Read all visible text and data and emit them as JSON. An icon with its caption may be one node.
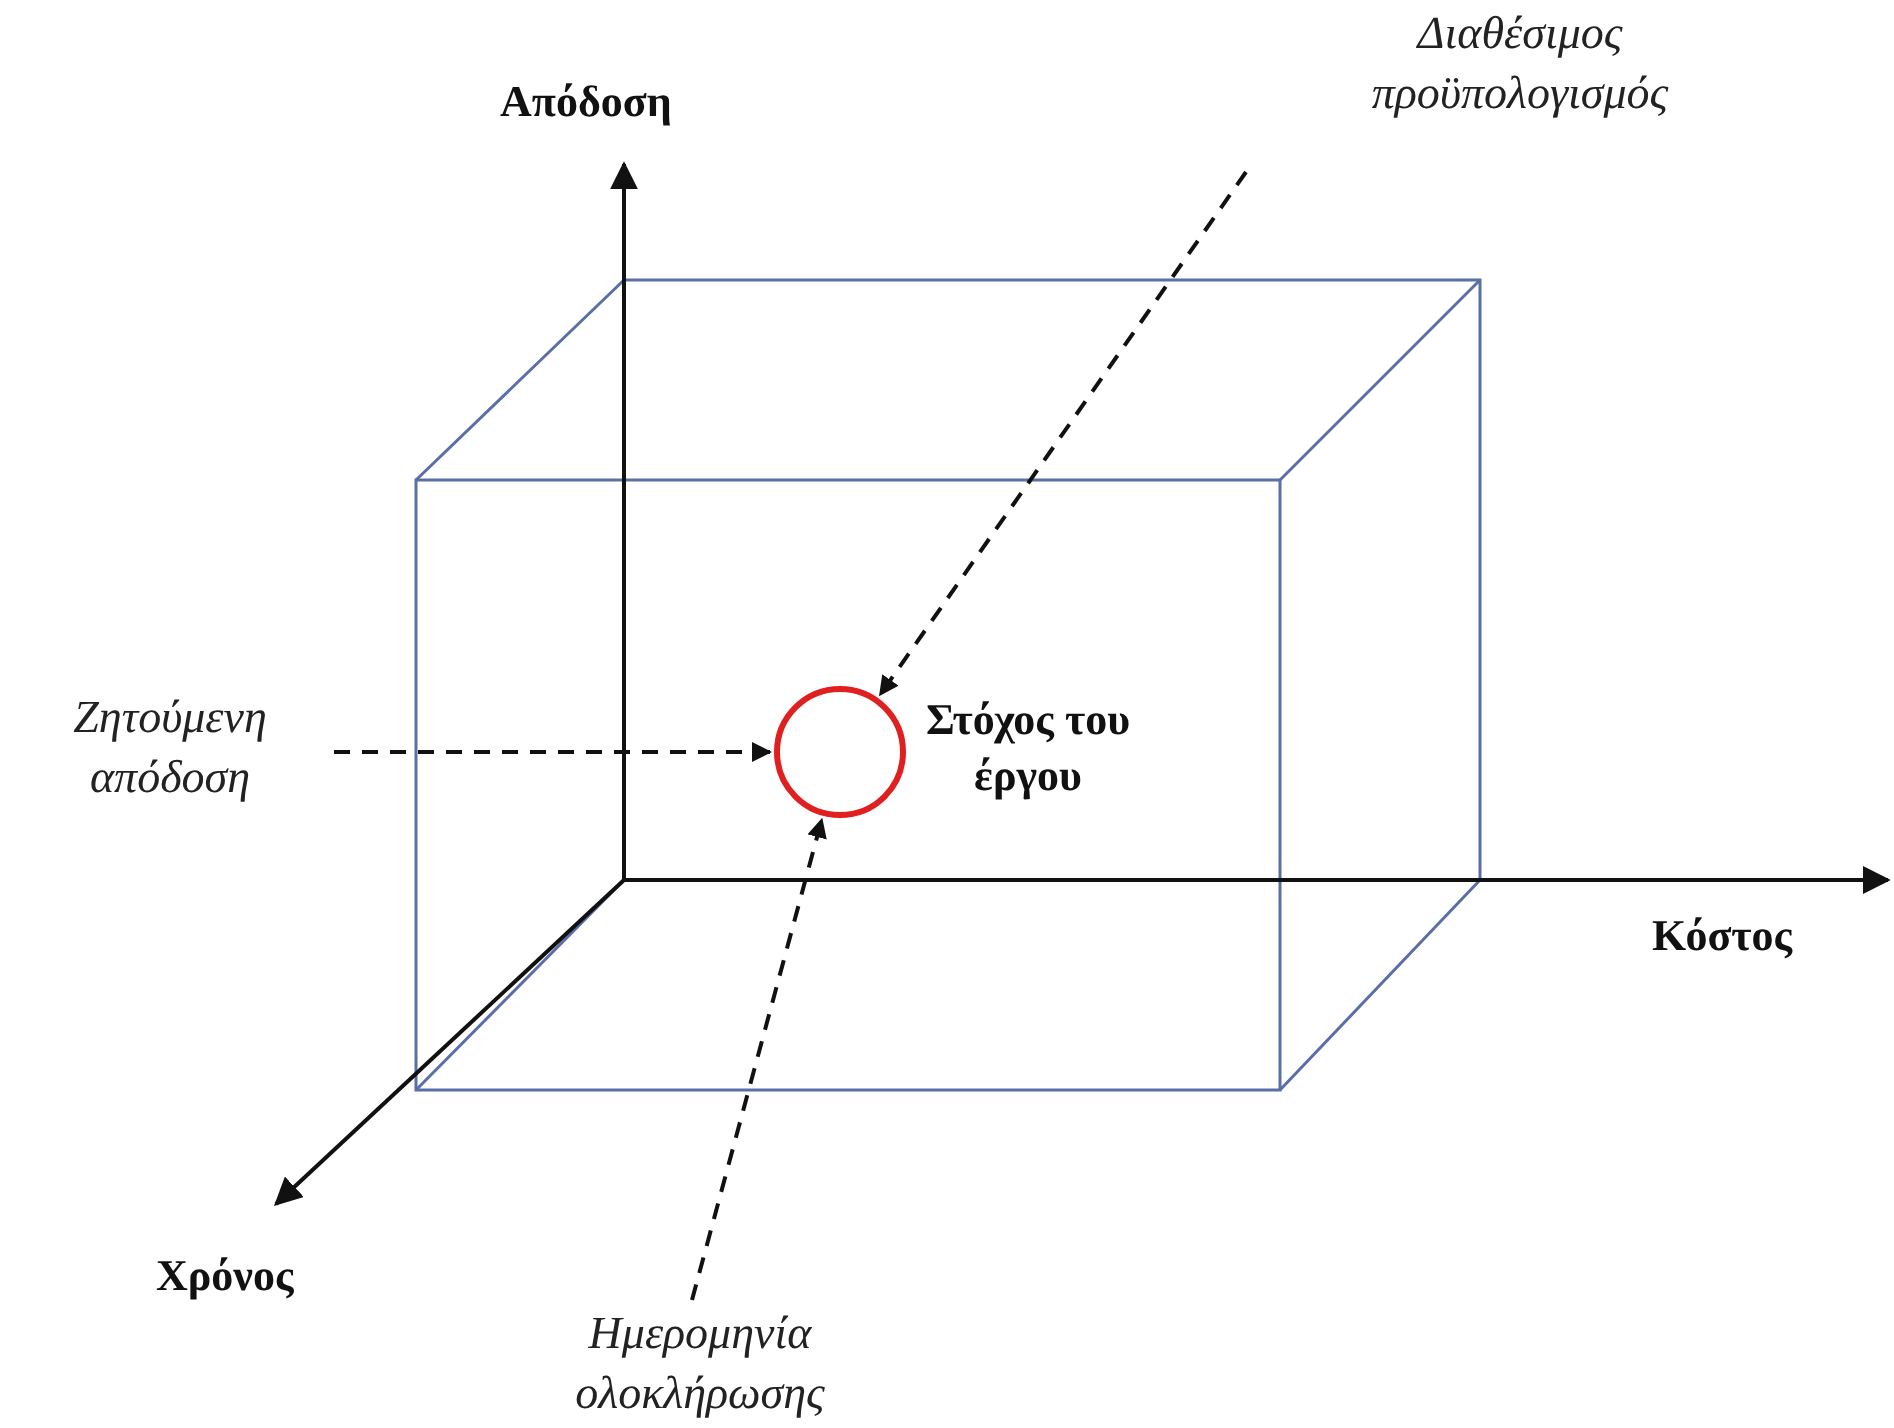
{
  "diagram": {
    "nodes": [
      {
        "text": [
          "Διαθέσιμος προϋπολογισμός"
        ]
      },
      {
        "text": [
          "Ζητούμενη απόδοση"
        ]
      },
      {
        "text": [],
        "shape": "circle",
        "beside": [
          "Στόχος του έργου"
        ]
      },
      {
        "text": [
          "Ημερομηνία ολοκλήρωσης"
        ]
      }
    ],
    "edges": [
      {
        "from": 0,
        "to": 2,
        "arrow": "to",
        "style": "dashed"
      },
      {
        "from": 1,
        "to": 2,
        "arrow": "to",
        "style": "dashed"
      },
      {
        "from": 3,
        "to": 2,
        "arrow": "to",
        "style": "dashed"
      }
    ],
    "labels": [
      "Απόδοση",
      "Κόστος",
      "Χρόνος"
    ]
  }
}
